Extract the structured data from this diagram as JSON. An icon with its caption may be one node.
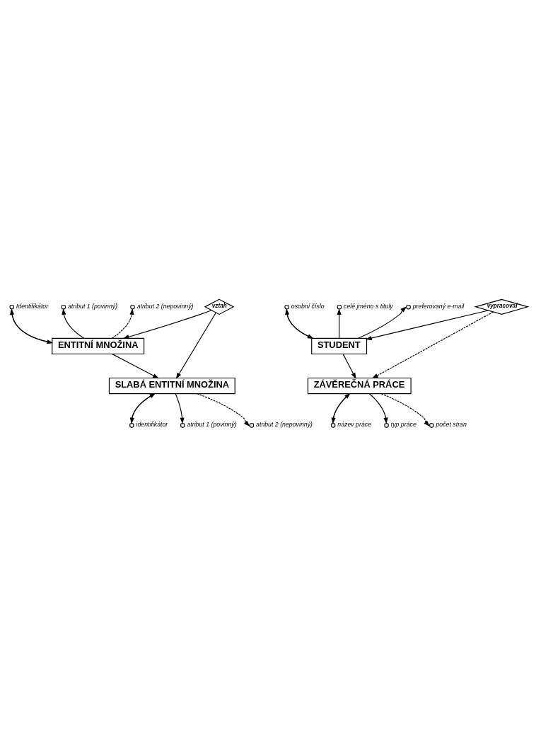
{
  "diagram": {
    "nodes": [
      {
        "text": [
          "ENTITNÍ MNOŽINA"
        ]
      },
      {
        "text": [],
        "shape": "circle",
        "beside": [
          "Identifikátor"
        ]
      },
      {
        "text": [],
        "shape": "circle",
        "beside": [
          "atribut 1 (povinný)"
        ]
      },
      {
        "text": [],
        "shape": "circle",
        "beside": [
          "atribut 2 (nepovinný)"
        ]
      },
      {
        "text": [
          "vztah"
        ]
      },
      {
        "text": [
          "SLABÁ ENTITNÍ MNOŽINA"
        ]
      },
      {
        "text": [],
        "shape": "circle",
        "beside": [
          "identifikátor"
        ]
      },
      {
        "text": [],
        "shape": "circle",
        "beside": [
          "atribut 1 (povinný)"
        ]
      },
      {
        "text": [],
        "shape": "circle",
        "beside": [
          "atribut 2 (nepovinný)"
        ]
      },
      {
        "text": [
          "STUDENT"
        ]
      },
      {
        "text": [],
        "shape": "circle",
        "beside": [
          "osobní číslo"
        ]
      },
      {
        "text": [],
        "shape": "circle",
        "beside": [
          "celé jméno s tituly"
        ]
      },
      {
        "text": [],
        "shape": "circle",
        "beside": [
          "preferovaný e-mail"
        ]
      },
      {
        "text": [
          "vypracoval"
        ]
      },
      {
        "text": [
          "ZÁVĚREČNÁ PRÁCE"
        ]
      },
      {
        "text": [],
        "shape": "circle",
        "beside": [
          "název práce"
        ]
      },
      {
        "text": [],
        "shape": "circle",
        "beside": [
          "typ práce"
        ]
      },
      {
        "text": [],
        "shape": "circle",
        "beside": [
          "počet stran"
        ]
      }
    ],
    "edges": [
      {
        "from": 0,
        "to": 1,
        "arrow": "to"
      },
      {
        "from": 1,
        "to": 0,
        "arrow": "to"
      },
      {
        "from": 0,
        "to": 2,
        "arrow": "to"
      },
      {
        "from": 0,
        "to": 3,
        "arrow": "to",
        "style": "dashed"
      },
      {
        "from": 4,
        "to": 0,
        "arrow": "to"
      },
      {
        "from": 4,
        "to": 5,
        "arrow": "to"
      },
      {
        "from": 0,
        "to": 5,
        "arrow": "to"
      },
      {
        "from": 5,
        "to": 6,
        "arrow": "to"
      },
      {
        "from": 6,
        "to": 5,
        "arrow": "to"
      },
      {
        "from": 5,
        "to": 7,
        "arrow": "to"
      },
      {
        "from": 5,
        "to": 8,
        "arrow": "to",
        "style": "dashed"
      },
      {
        "from": 9,
        "to": 10,
        "arrow": "to"
      },
      {
        "from": 10,
        "to": 9,
        "arrow": "to"
      },
      {
        "from": 9,
        "to": 11,
        "arrow": "to"
      },
      {
        "from": 9,
        "to": 12,
        "arrow": "to"
      },
      {
        "from": 13,
        "to": 9,
        "arrow": "to"
      },
      {
        "from": 13,
        "to": 14,
        "arrow": "to",
        "style": "dashed"
      },
      {
        "from": 9,
        "to": 14,
        "arrow": "to"
      },
      {
        "from": 14,
        "to": 15,
        "arrow": "to"
      },
      {
        "from": 15,
        "to": 14,
        "arrow": "to"
      },
      {
        "from": 14,
        "to": 16,
        "arrow": "to"
      },
      {
        "from": 14,
        "to": 17,
        "arrow": "to",
        "style": "dashed"
      }
    ]
  }
}
